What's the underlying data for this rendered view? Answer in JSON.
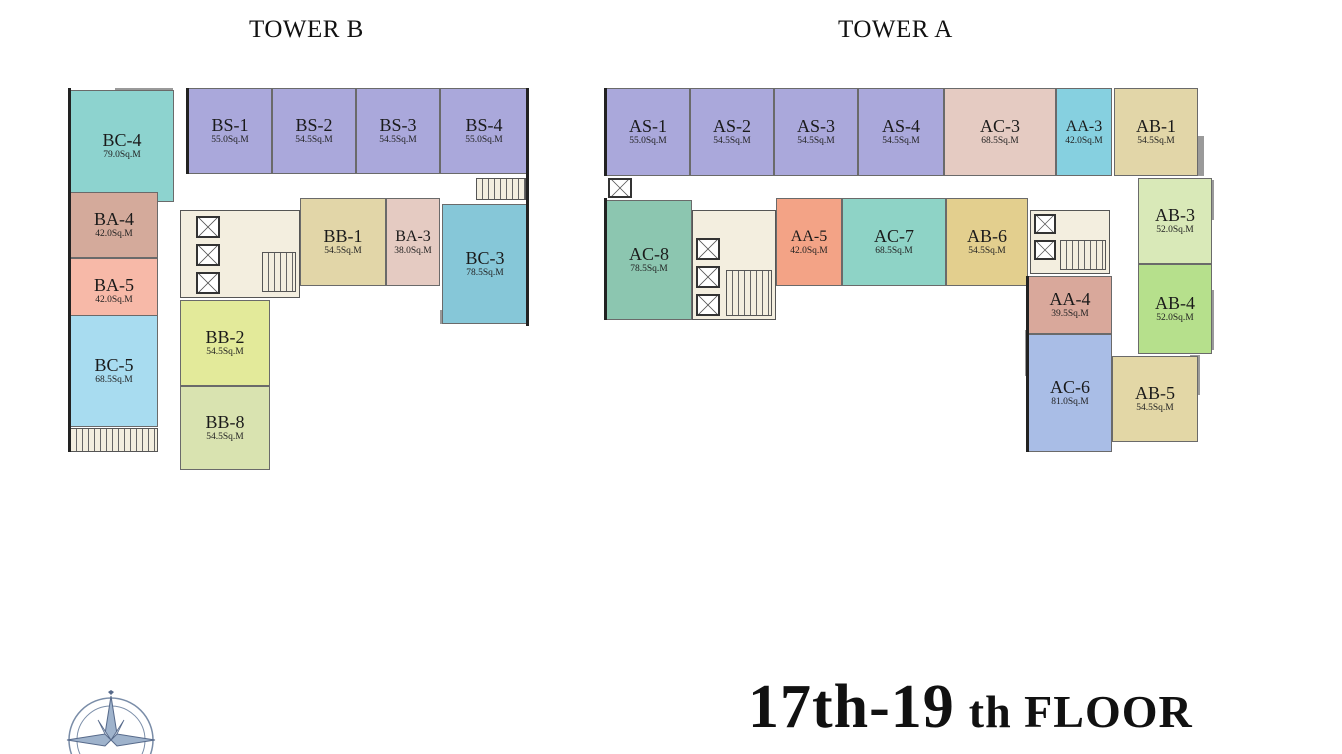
{
  "towers": {
    "b": {
      "title": "TOWER B"
    },
    "a": {
      "title": "TOWER A"
    }
  },
  "floor_label": {
    "number_part": "17th-19",
    "suffix_part": "th FLOOR"
  },
  "units": [
    {
      "id": "bc4",
      "code": "BC-4",
      "area": "79.0Sq.M",
      "color": "#8dd3cf"
    },
    {
      "id": "bs1",
      "code": "BS-1",
      "area": "55.0Sq.M",
      "color": "#aaa8db"
    },
    {
      "id": "bs2",
      "code": "BS-2",
      "area": "54.5Sq.M",
      "color": "#aaa8db"
    },
    {
      "id": "bs3",
      "code": "BS-3",
      "area": "54.5Sq.M",
      "color": "#aaa8db"
    },
    {
      "id": "bs4",
      "code": "BS-4",
      "area": "55.0Sq.M",
      "color": "#aaa8db"
    },
    {
      "id": "ba4",
      "code": "BA-4",
      "area": "42.0Sq.M",
      "color": "#d4aa9b"
    },
    {
      "id": "ba5",
      "code": "BA-5",
      "area": "42.0Sq.M",
      "color": "#f7b9a8"
    },
    {
      "id": "bc5",
      "code": "BC-5",
      "area": "68.5Sq.M",
      "color": "#a8dcf0"
    },
    {
      "id": "bb1",
      "code": "BB-1",
      "area": "54.5Sq.M",
      "color": "#e2d6a8"
    },
    {
      "id": "ba3",
      "code": "BA-3",
      "area": "38.0Sq.M",
      "color": "#e5cbc2"
    },
    {
      "id": "bc3",
      "code": "BC-3",
      "area": "78.5Sq.M",
      "color": "#86c7d8"
    },
    {
      "id": "bb2",
      "code": "BB-2",
      "area": "54.5Sq.M",
      "color": "#e3ea9a"
    },
    {
      "id": "bb8",
      "code": "BB-8",
      "area": "54.5Sq.M",
      "color": "#d9e3b0"
    },
    {
      "id": "as1",
      "code": "AS-1",
      "area": "55.0Sq.M",
      "color": "#aaa8db"
    },
    {
      "id": "as2",
      "code": "AS-2",
      "area": "54.5Sq.M",
      "color": "#aaa8db"
    },
    {
      "id": "as3",
      "code": "AS-3",
      "area": "54.5Sq.M",
      "color": "#aaa8db"
    },
    {
      "id": "as4",
      "code": "AS-4",
      "area": "54.5Sq.M",
      "color": "#aaa8db"
    },
    {
      "id": "ac3",
      "code": "AC-3",
      "area": "68.5Sq.M",
      "color": "#e5cbc2"
    },
    {
      "id": "aa3",
      "code": "AA-3",
      "area": "42.0Sq.M",
      "color": "#86d0e0"
    },
    {
      "id": "ab1",
      "code": "AB-1",
      "area": "54.5Sq.M",
      "color": "#e2d6a8"
    },
    {
      "id": "ac8",
      "code": "AC-8",
      "area": "78.5Sq.M",
      "color": "#8cc6b0"
    },
    {
      "id": "aa5",
      "code": "AA-5",
      "area": "42.0Sq.M",
      "color": "#f3a386"
    },
    {
      "id": "ac7",
      "code": "AC-7",
      "area": "68.5Sq.M",
      "color": "#8ed3c6"
    },
    {
      "id": "ab6",
      "code": "AB-6",
      "area": "54.5Sq.M",
      "color": "#e3cf8e"
    },
    {
      "id": "ab3",
      "code": "AB-3",
      "area": "52.0Sq.M",
      "color": "#d9e9b8"
    },
    {
      "id": "ab4",
      "code": "AB-4",
      "area": "52.0Sq.M",
      "color": "#b6e08c"
    },
    {
      "id": "aa4",
      "code": "AA-4",
      "area": "39.5Sq.M",
      "color": "#d9a89b"
    },
    {
      "id": "ac6",
      "code": "AC-6",
      "area": "81.0Sq.M",
      "color": "#a9bde6"
    },
    {
      "id": "ab5",
      "code": "AB-5",
      "area": "54.5Sq.M",
      "color": "#e3d7a6"
    }
  ]
}
